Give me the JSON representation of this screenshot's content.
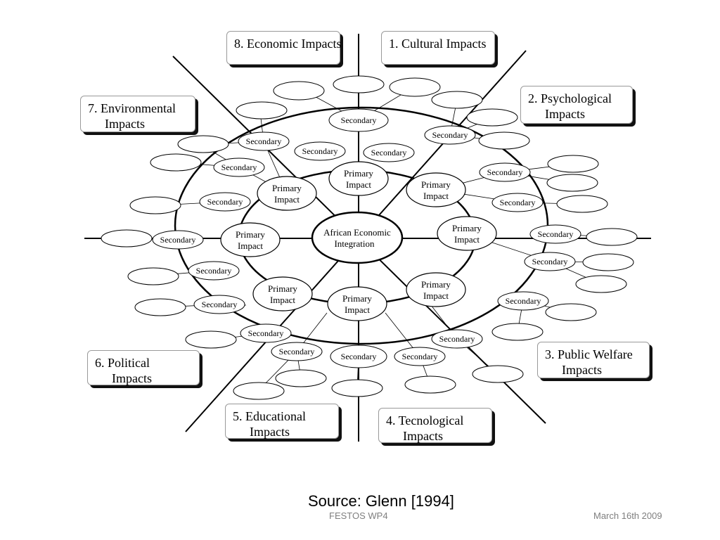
{
  "center": {
    "line1": "African  Economic",
    "line2": "Integration"
  },
  "primary_label": {
    "line1": "Primary",
    "line2": "Impact"
  },
  "secondary_label": "Secondary",
  "categories": [
    {
      "line1": "8. Economic Impacts",
      "line2": ""
    },
    {
      "line1": "1. Cultural Impacts",
      "line2": ""
    },
    {
      "line1": "2. Psychological",
      "line2": "Impacts"
    },
    {
      "line1": "7. Environmental",
      "line2": "Impacts"
    },
    {
      "line1": "3. Public Welfare",
      "line2": "Impacts"
    },
    {
      "line1": "6. Political",
      "line2": "Impacts"
    },
    {
      "line1": "5. Educational",
      "line2": "Impacts"
    },
    {
      "line1": "4. Tecnological",
      "line2": "Impacts"
    }
  ],
  "source": "Source: Glenn [1994]",
  "footer": {
    "left": "FESTOS  WP4",
    "right": "March 16th 2009"
  }
}
